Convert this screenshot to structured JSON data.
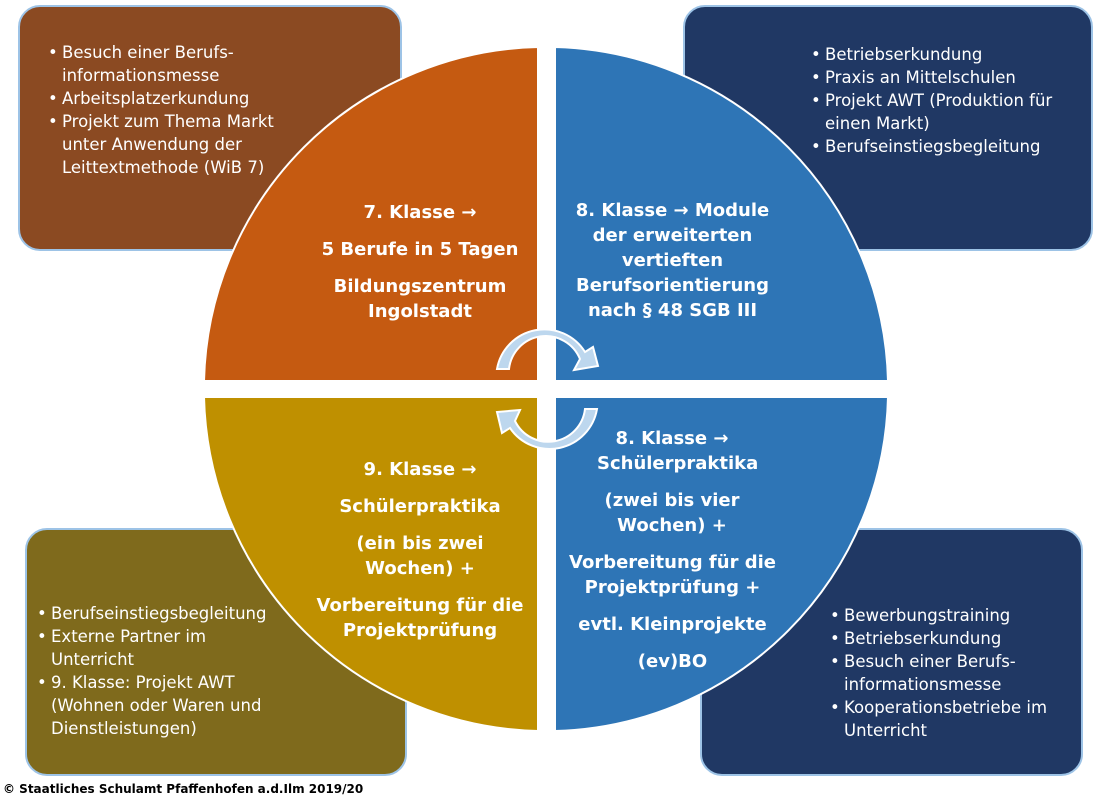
{
  "boxes": {
    "top_left": {
      "color": "#8b4a22",
      "items": [
        "Besuch einer Berufs-informationsmesse",
        "Arbeitsplatzerkundung",
        "Projekt zum Thema Markt unter Anwendung der Leittextmethode (WiB 7)"
      ]
    },
    "top_right": {
      "color": "#203864",
      "items": [
        "Betriebserkundung",
        "Praxis an Mittelschulen",
        "Projekt AWT (Produktion für einen Markt)",
        "Berufseinstiegsbegleitung"
      ]
    },
    "bottom_left": {
      "color": "#7f6a1c",
      "items": [
        "Berufseinstiegsbegleitung",
        "Externe Partner im Unterricht",
        "9. Klasse: Projekt AWT (Wohnen oder Waren und Dienstleistungen)"
      ]
    },
    "bottom_right": {
      "color": "#203864",
      "items": [
        "Bewerbungstraining",
        "Betriebserkundung",
        "Besuch einer Berufs-informationsmesse",
        "Kooperationsbetriebe im Unterricht"
      ]
    }
  },
  "quadrants": {
    "top_left": {
      "color": "#c55a11",
      "lines": [
        "7. Klasse →",
        "5 Berufe in 5 Tagen",
        "Bildungszentrum Ingolstadt"
      ]
    },
    "top_right": {
      "color": "#2e75b6",
      "lines": [
        "8. Klasse → Module der erweiterten vertieften Berufsorientierung nach § 48 SGB III"
      ]
    },
    "bottom_left": {
      "color": "#bf9000",
      "lines": [
        "9. Klasse →",
        "Schülerpraktika",
        "(ein bis zwei Wochen) +",
        "Vorbereitung für die Projektprüfung"
      ]
    },
    "bottom_right": {
      "color": "#2e75b6",
      "lines": [
        "8. Klasse → Schülerpraktika",
        "(zwei bis vier Wochen) +",
        "Vorbereitung für die Projektprüfung +",
        "evtl. Kleinprojekte",
        "(ev)BO"
      ]
    }
  },
  "footer": "© Staatliches Schulamt Pfaffenhofen a.d.Ilm 2019/20"
}
